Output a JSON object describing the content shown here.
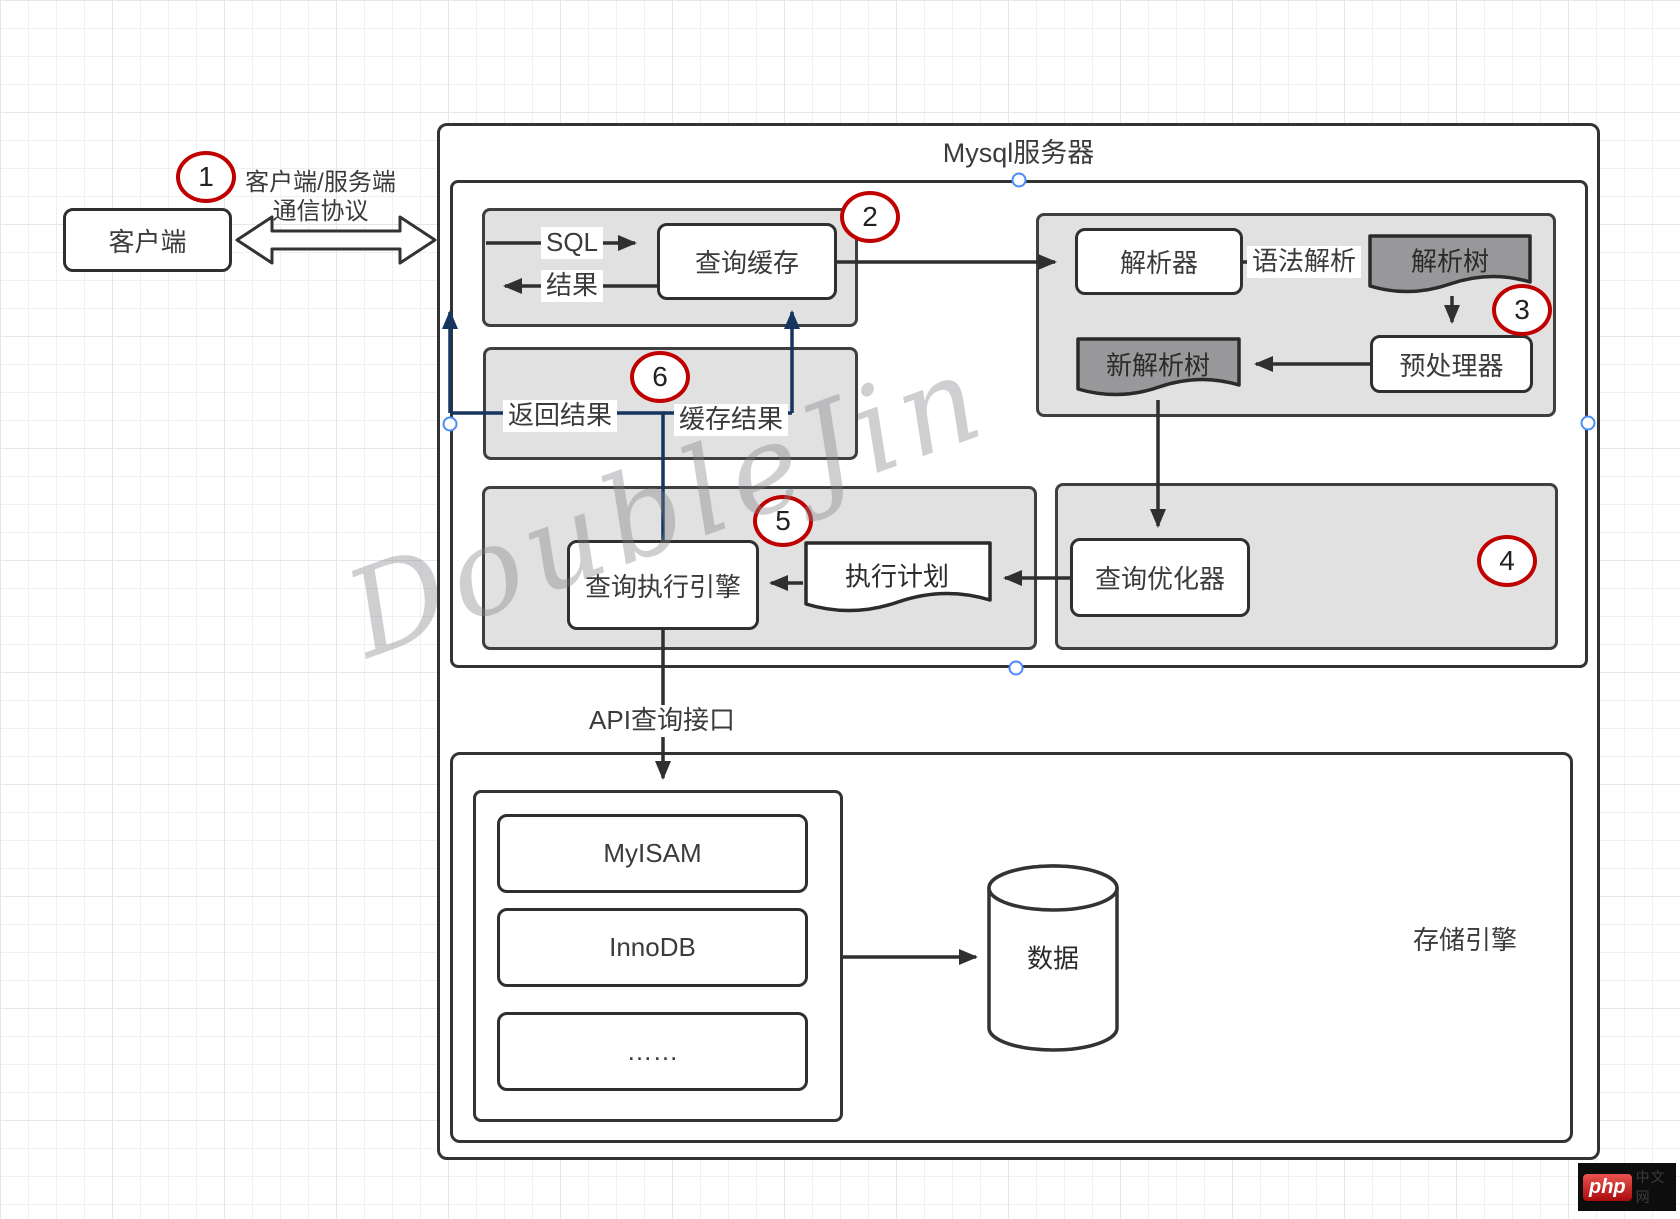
{
  "title": "Mysql服务器",
  "watermark": "DoubleJin",
  "colors": {
    "stroke": "#333333",
    "gray_fill": "#e1e1e1",
    "dark_doc_fill": "#98989a",
    "navy_line": "#16365f",
    "badge_red": "#c00000",
    "handle_blue": "#4a8cf7"
  },
  "client": {
    "label": "客户端"
  },
  "protocol": {
    "line1": "客户端/服务端",
    "line2": "通信协议"
  },
  "steps": {
    "s1": "1",
    "s2": "2",
    "s3": "3",
    "s4": "4",
    "s5": "5",
    "s6": "6"
  },
  "nodes": {
    "query_cache": "查询缓存",
    "parser": "解析器",
    "parse_tree": "解析树",
    "preprocessor": "预处理器",
    "new_parse_tree": "新解析树",
    "query_optimizer": "查询优化器",
    "execution_plan": "执行计划",
    "query_exec_engine": "查询执行引擎",
    "myisam": "MyISAM",
    "innodb": "InnoDB",
    "more_engines": "……",
    "data": "数据"
  },
  "labels": {
    "sql": "SQL",
    "result": "结果",
    "syntax_parse": "语法解析",
    "return_result": "返回结果",
    "cache_result": "缓存结果",
    "api": "API查询接口",
    "storage_engine": "存储引擎"
  },
  "logo": {
    "brand": "php",
    "site": "中文网"
  }
}
